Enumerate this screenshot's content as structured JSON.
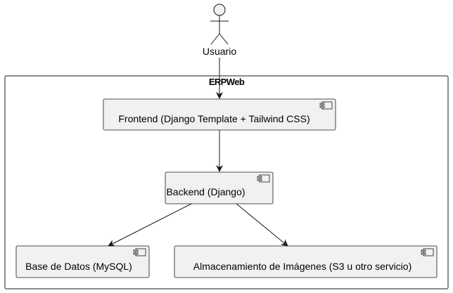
{
  "diagram": {
    "actor": {
      "label": "Usuario"
    },
    "package": {
      "label": "ERPWeb"
    },
    "components": {
      "frontend": "Frontend (Django Template + Tailwind CSS)",
      "backend": "Backend (Django)",
      "database": "Base de Datos (MySQL)",
      "storage": "Almacenamiento de Imágenes (S3 u otro servicio)"
    },
    "colors": {
      "component_fill": "#f1f1f1",
      "stroke": "#181818",
      "background": "#ffffff"
    }
  }
}
